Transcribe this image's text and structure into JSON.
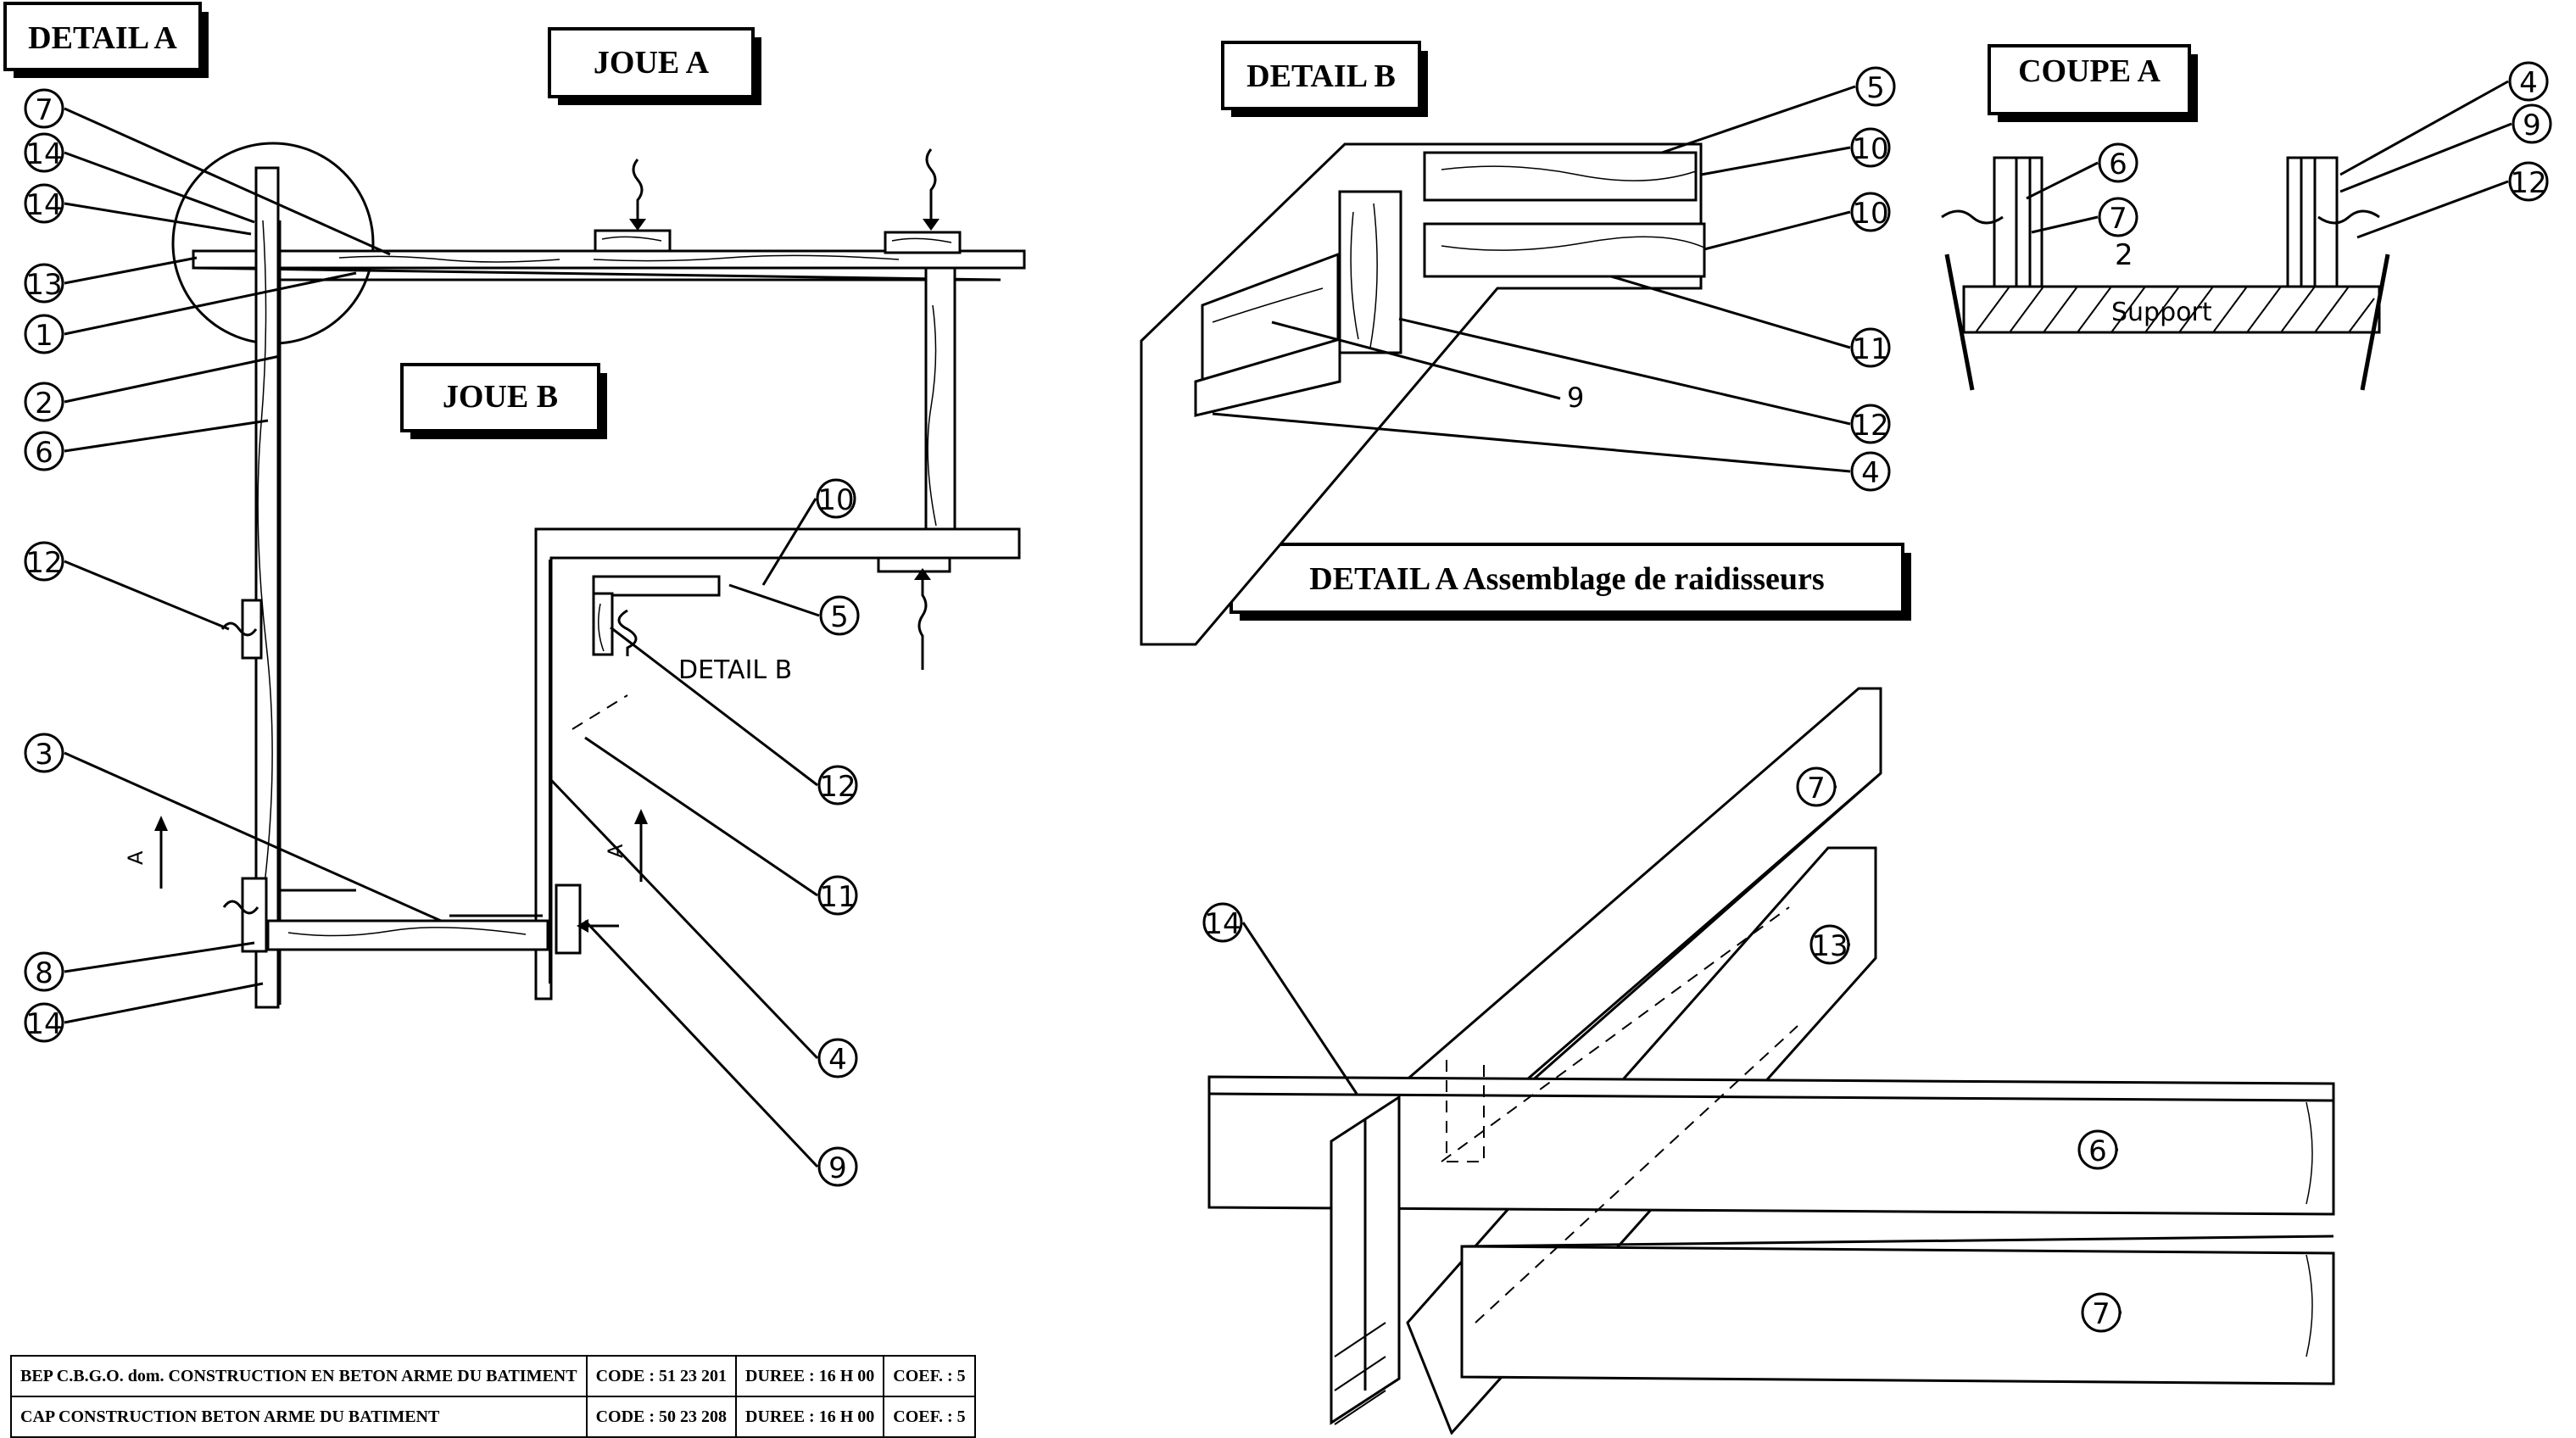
{
  "labels": {
    "detail_a": "DETAIL A",
    "joue_a": "JOUE A",
    "joue_b": "JOUE B",
    "detail_b": "DETAIL B",
    "coupe_a": "COUPE A",
    "detail_a_assemblage": "DETAIL A Assemblage de raidisseurs"
  },
  "annotations": {
    "detail_b_hand": "DETAIL B",
    "support": "Support",
    "section_mark": "A",
    "num_9": "9",
    "num_2": "2"
  },
  "left_callouts": [
    "7",
    "14",
    "14",
    "13",
    "1",
    "2",
    "6",
    "12",
    "3",
    "8",
    "14"
  ],
  "mid_callouts": [
    "10",
    "5",
    "12",
    "11",
    "4",
    "9"
  ],
  "detail_b_callouts": [
    "5",
    "10",
    "10",
    "11",
    "12",
    "4"
  ],
  "coupe_callouts": [
    "6",
    "7",
    "4",
    "9",
    "12"
  ],
  "assembly_callouts": [
    "14",
    "7",
    "13",
    "6",
    "7"
  ],
  "info_table": {
    "rows": [
      {
        "title": "BEP C.B.G.O.  dom. CONSTRUCTION EN BETON ARME  DU BATIMENT",
        "code": "CODE : 51 23 201",
        "duree": "DUREE : 16 H 00",
        "coef": "COEF. : 5"
      },
      {
        "title": "CAP CONSTRUCTION BETON ARME DU BATIMENT",
        "code": "CODE : 50 23 208",
        "duree": "DUREE : 16 H 00",
        "coef": "COEF. : 5"
      }
    ]
  }
}
